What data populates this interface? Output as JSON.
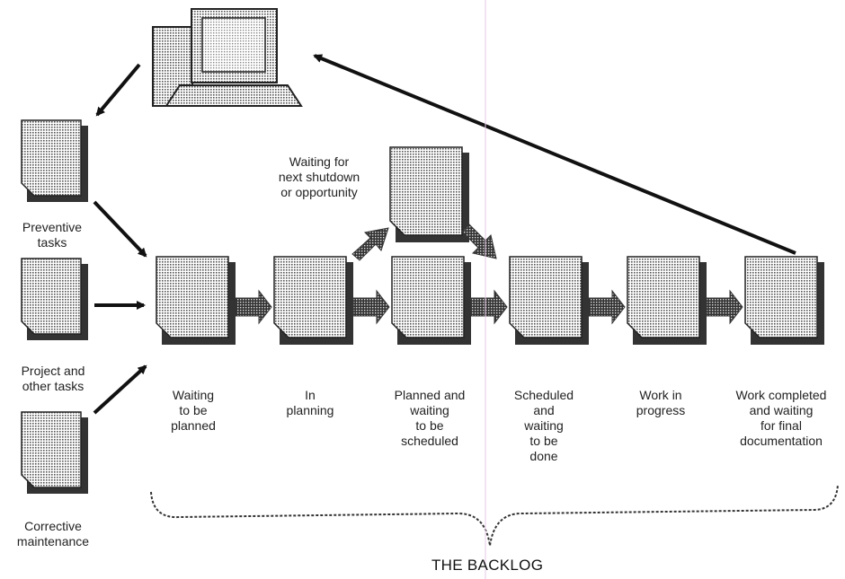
{
  "sources": [
    {
      "id": "preventive",
      "label": "Preventive\ntasks"
    },
    {
      "id": "project",
      "label": "Project and\nother tasks"
    },
    {
      "id": "corrective",
      "label": "Corrective\nmaintenance"
    }
  ],
  "stages": [
    {
      "id": "waiting-to-be-planned",
      "label": "Waiting\nto be\nplanned"
    },
    {
      "id": "in-planning",
      "label": "In\nplanning"
    },
    {
      "id": "planned-waiting-scheduled",
      "label": "Planned and\nwaiting\nto be\nscheduled"
    },
    {
      "id": "scheduled-waiting-done",
      "label": "Scheduled\nand\nwaiting\nto be\ndone"
    },
    {
      "id": "work-in-progress",
      "label": "Work in\nprogress"
    },
    {
      "id": "work-completed",
      "label": "Work completed\nand waiting\nfor final\ndocumentation"
    }
  ],
  "shutdown": {
    "label": "Waiting for\nnext shutdown\nor opportunity"
  },
  "backlog_title": "THE BACKLOG",
  "colors": {
    "stroke": "#111111",
    "fill": "#d9d9d9",
    "shadow": "#555555",
    "arrow": "#999999"
  },
  "icons": {
    "computer": "computer-icon",
    "document": "document-stack-icon"
  }
}
